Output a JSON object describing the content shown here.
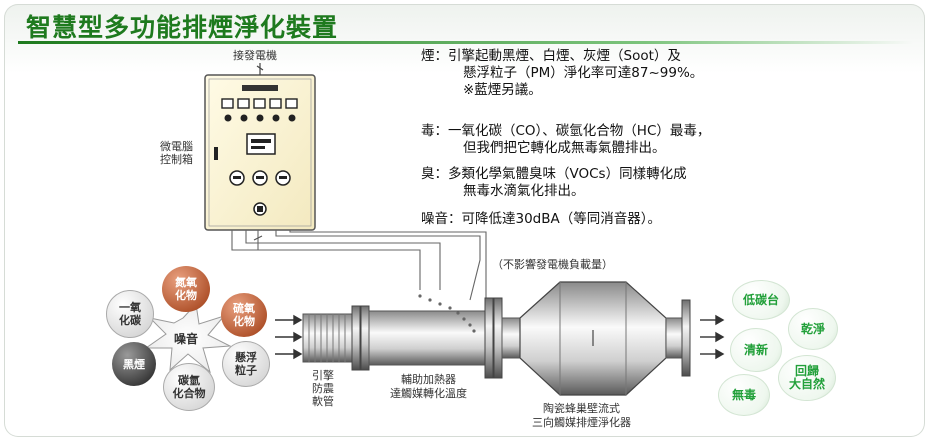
{
  "title": "智慧型多功能排煙淨化裝置",
  "labels": {
    "engine_connect": "接發電機",
    "controller": [
      "微電腦",
      "控制箱"
    ],
    "no_load": "（不影響發電機負載量）",
    "flex_pipe": [
      "引擎",
      "防震",
      "軟管"
    ],
    "heater": [
      "輔助加熱器",
      "達觸媒轉化溫度"
    ],
    "filter": [
      "陶瓷蜂巢壁流式",
      "三向觸媒排煙淨化器"
    ]
  },
  "descriptions": [
    {
      "lines": [
        "煙：引擎起動黑煙、白煙、灰煙（Soot）及",
        "懸浮粒子（PM）淨化率可達87~99%。",
        "※藍煙另議。"
      ]
    },
    {
      "lines": [
        "毒：一氧化碳（CO）、碳氫化合物（HC）最毒，",
        "但我們把它轉化成無毒氣體排出。"
      ]
    },
    {
      "lines": [
        "臭：多類化學氣體臭味（VOCs）同樣轉化成",
        "無毒水滴氣化排出。"
      ]
    },
    {
      "lines": [
        "噪音：可降低達30dBA（等同消音器）。"
      ]
    }
  ],
  "pollutants": {
    "center": "噪音",
    "items": [
      {
        "label": [
          "氮氧",
          "化物"
        ],
        "style": "brown"
      },
      {
        "label": [
          "一氧",
          "化碳"
        ],
        "style": "white"
      },
      {
        "label": [
          "硫氧",
          "化物"
        ],
        "style": "brown"
      },
      {
        "label": [
          "黑煙"
        ],
        "style": "dark"
      },
      {
        "label": [
          "碳氫",
          "化合物"
        ],
        "style": "white"
      },
      {
        "label": [
          "懸浮",
          "粒子"
        ],
        "style": "white"
      }
    ]
  },
  "outputs": [
    {
      "label": [
        "低碳台"
      ]
    },
    {
      "label": [
        "乾淨"
      ]
    },
    {
      "label": [
        "清新"
      ]
    },
    {
      "label": [
        "回歸",
        "大自然"
      ]
    },
    {
      "label": [
        "無毒"
      ]
    }
  ],
  "colors": {
    "title": "#1e7a1e",
    "output_text": "#22a03a",
    "brown": "#b0532c",
    "dark": "#2a2a2a"
  }
}
